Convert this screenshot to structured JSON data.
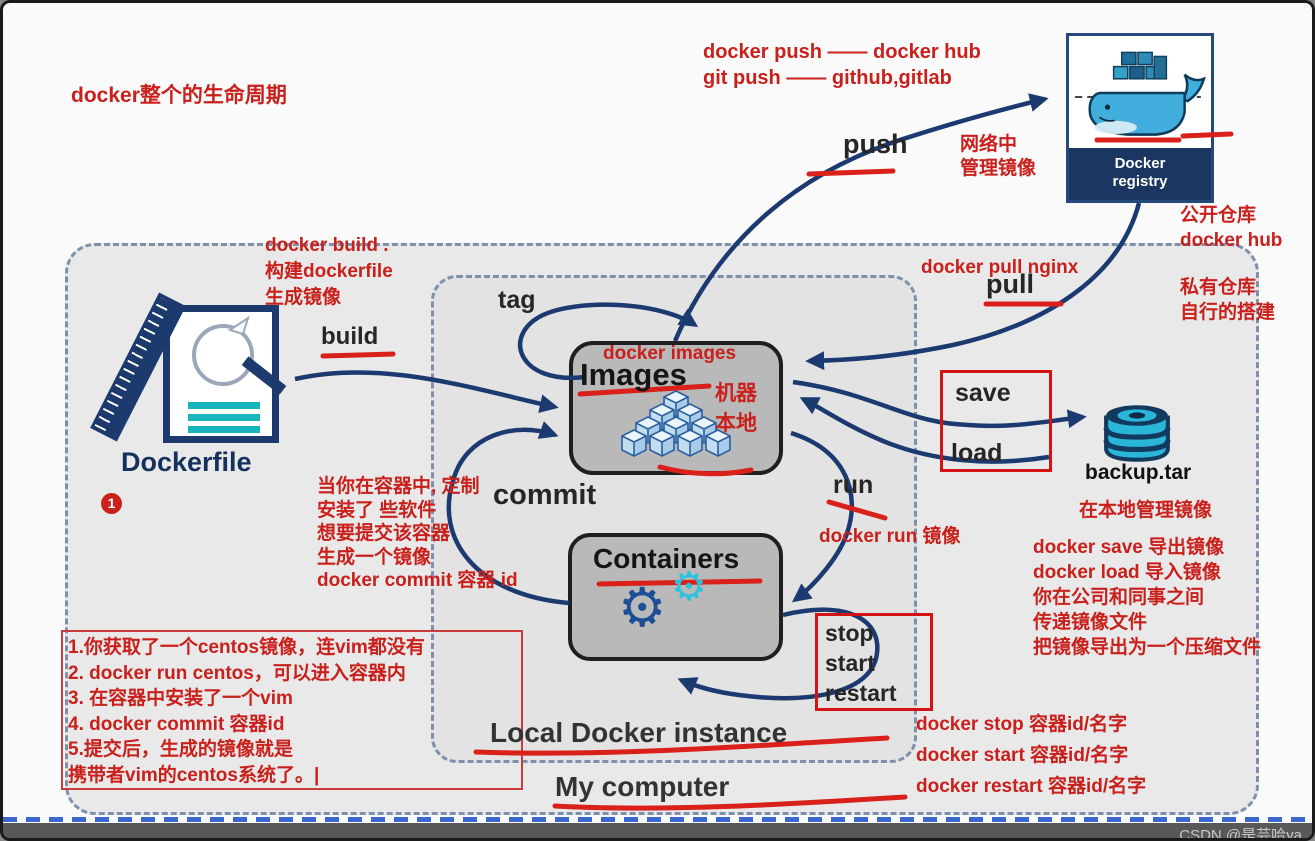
{
  "watermark": "CSDN @是芸哈ya",
  "title": "docker整个的生命周期",
  "colors": {
    "red_ink": "#c9201c",
    "arrow_navy": "#1b3a70",
    "registry_bar": "#1b3660",
    "red_frame": "#d41414"
  },
  "labels": {
    "push": "push",
    "pull": "pull",
    "build": "build",
    "tag": "tag",
    "commit": "commit",
    "run": "run",
    "save": "save",
    "load": "load",
    "stop_group": "stop\nstart\nrestart",
    "images": "Images",
    "containers": "Containers",
    "dockerfile": "Dockerfile",
    "backup": "backup.tar",
    "registry": "Docker\nregistry",
    "local_instance": "Local Docker instance",
    "my_computer": "My computer"
  },
  "notes": {
    "push_mapping": "docker push —— docker hub\ngit push  —— github,gitlab",
    "network": "网络中\n管理镜像",
    "public_repo": "公开仓库\ndocker hub",
    "private_repo": "私有仓库\n自行的搭建",
    "pull_cmd": "docker pull nginx",
    "build_cmd": "docker build .\n构建dockerfile\n生成镜像",
    "images_cmd": "docker images",
    "machine_local": "机器\n本地",
    "commit_note": "当你在容器中,  定制\n安装了 些软件\n想要提交该容器\n生成一个镜像\ndocker commit 容器 id",
    "run_cmd": "docker run 镜像",
    "backup_manage": "在本地管理镜像",
    "save_load": "docker save 导出镜像\ndocker load 导入镜像\n你在公司和同事之间\n传递镜像文件\n把镜像导出为一个压缩文件",
    "stop_cmds": "docker stop  容器id/名字\ndocker start  容器id/名字\ndocker restart  容器id/名字",
    "steps": "1.你获取了一个centos镜像，连vim都没有\n2. docker run centos，可以进入容器内\n3. 在容器中安装了一个vim\n4. docker commit 容器id\n5.提交后，生成的镜像就是\n携带者vim的centos系统了。|",
    "badge": "1"
  }
}
